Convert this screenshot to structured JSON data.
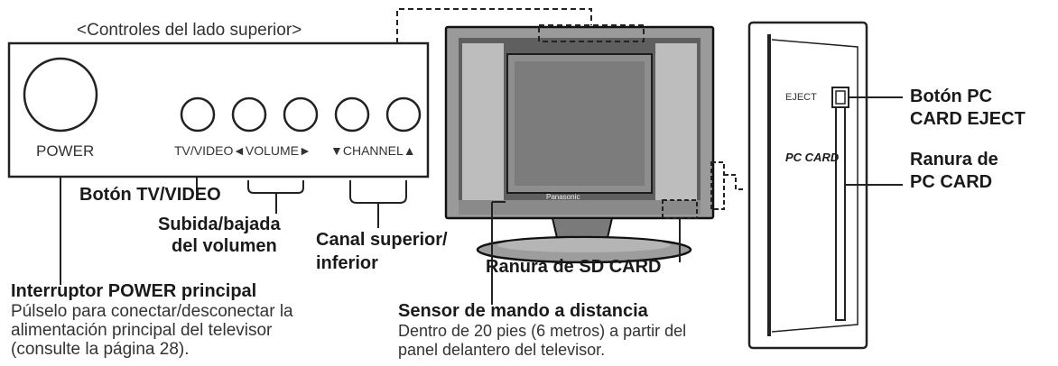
{
  "top_controls_title": "<Controles del lado superior>",
  "panel_labels": {
    "power": "POWER",
    "tv_video": "TV/VIDEO",
    "volume": "◄VOLUME►",
    "channel": "▼CHANNEL▲"
  },
  "callouts": {
    "tv_video_button": "Botón TV/VIDEO",
    "volume_up_down": [
      "Subida/bajada",
      "del volumen"
    ],
    "channel_up_down": [
      "Canal superior/",
      "inferior"
    ],
    "main_power_switch": {
      "title": "Interruptor POWER principal",
      "lines": [
        "Púlselo para conectar/desconectar la",
        "alimentación principal del televisor",
        "(consulte la página 28)."
      ]
    },
    "remote_sensor": {
      "title": "Sensor de mando a distancia",
      "lines": [
        "Dentro de 20 pies (6 metros) a partir del",
        "panel delantero del televisor."
      ]
    },
    "sd_card_slot": "Ranura de SD CARD",
    "pc_card_eject": [
      "Botón PC",
      "CARD EJECT"
    ],
    "pc_card_slot": [
      "Ranura de",
      "PC CARD"
    ]
  },
  "side_panel_labels": {
    "eject": "EJECT",
    "pc_card_logo": "PC CARD"
  },
  "tv_brand": "Panasonic"
}
